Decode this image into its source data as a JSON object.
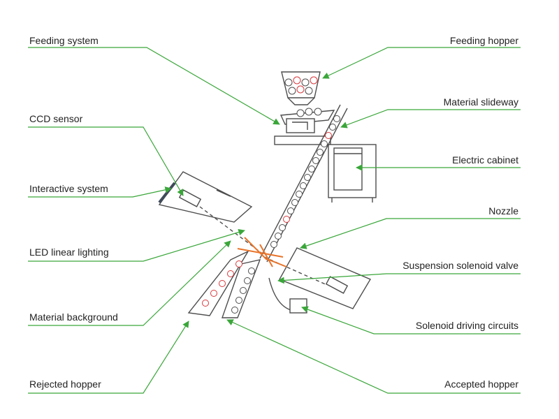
{
  "colors": {
    "leader": "#3aa63a",
    "outline": "#4d4d4d",
    "rejected_particle": "#d9383c",
    "laser": "#e8742a"
  },
  "labels": {
    "feeding_system": "Feeding system",
    "feeding_hopper": "Feeding hopper",
    "material_slideway": "Material slideway",
    "ccd_sensor": "CCD sensor",
    "electric_cabinet": "Electric cabinet",
    "interactive_system": "Interactive system",
    "nozzle": "Nozzle",
    "led_linear_lighting": "LED linear lighting",
    "suspension_solenoid_valve": "Suspension solenoid valve",
    "material_background": "Material background",
    "solenoid_driving_circuits": "Solenoid driving circuits",
    "rejected_hopper": "Rejected hopper",
    "accepted_hopper": "Accepted hopper"
  }
}
